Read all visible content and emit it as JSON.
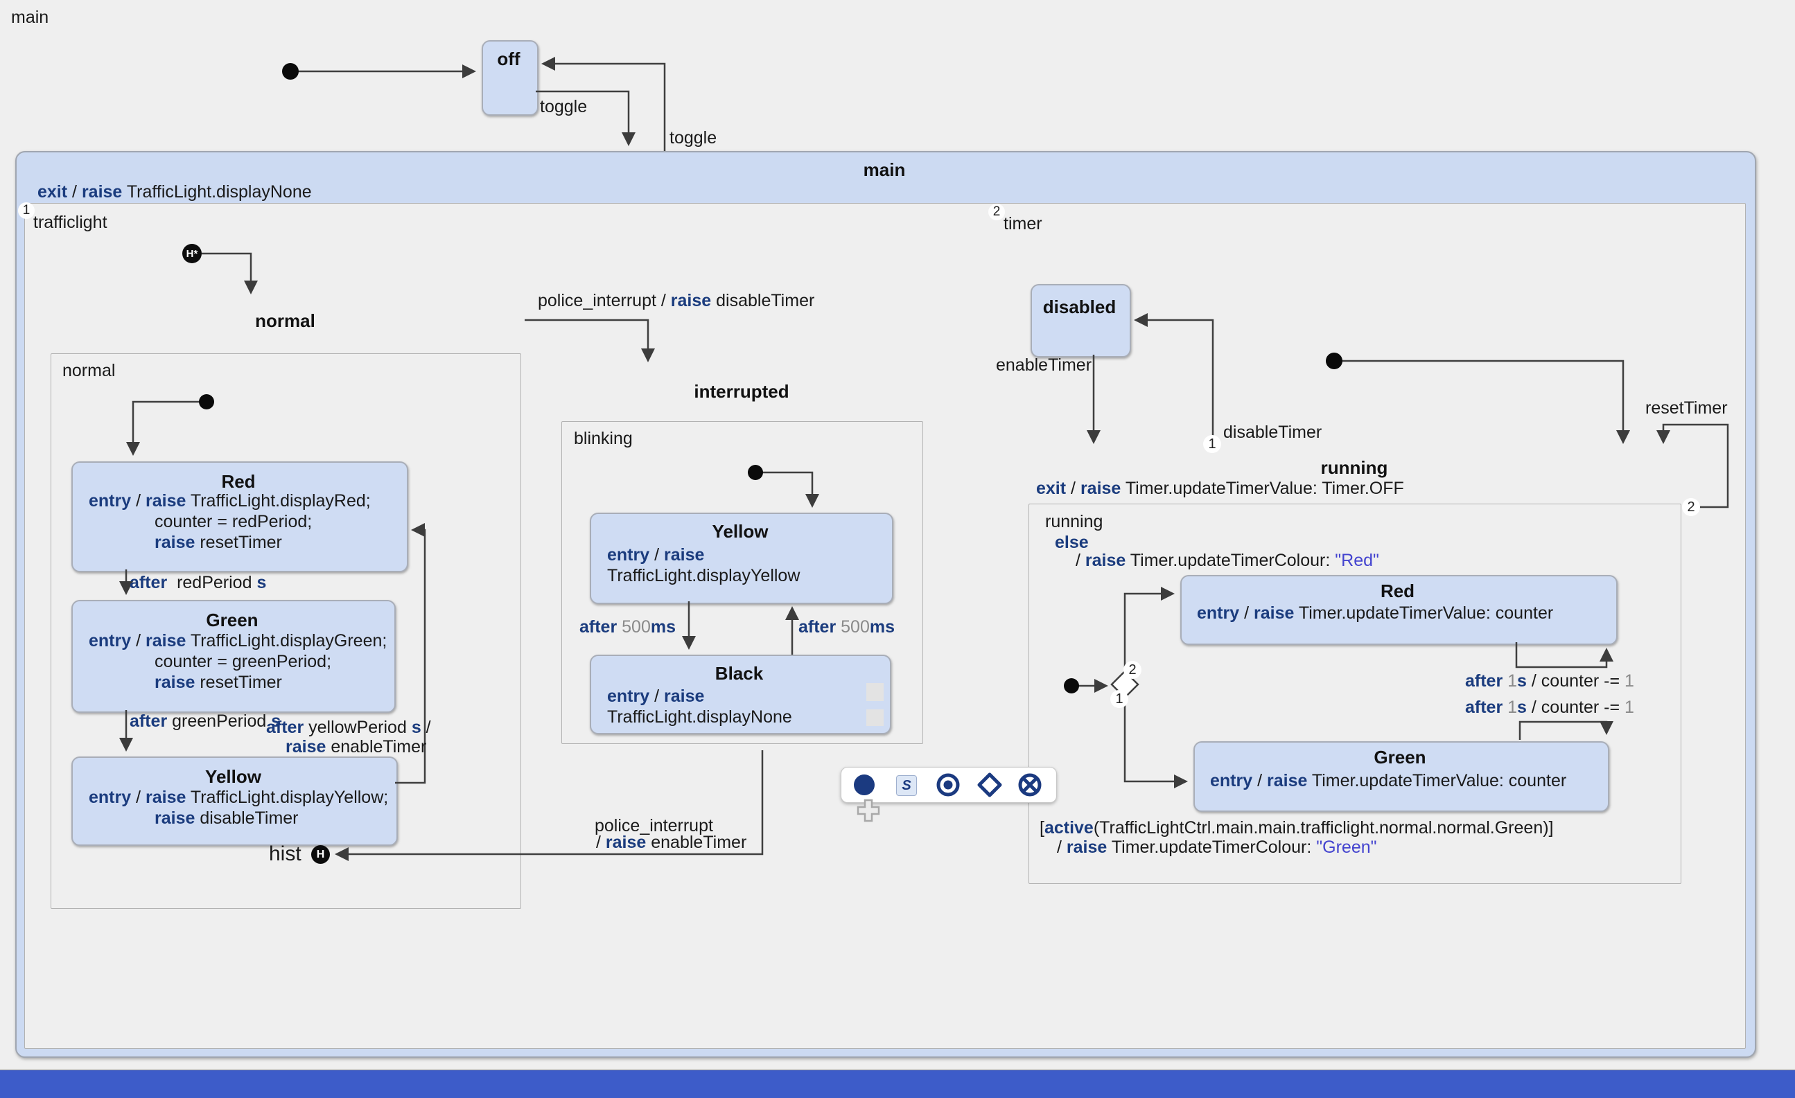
{
  "colors": {
    "background": "#efefef",
    "state_fill": "#cfdcf3",
    "keyword": "#1b3c7e",
    "string_literal": "#4343cf",
    "number_literal": "#8a8a8a",
    "transition_line": "#3f3f3f",
    "palette_icon": "#1b3a80",
    "bottom_bar": "#3d5cc9"
  },
  "outer_label": "main",
  "sep": {
    "slash_sp": " / ",
    "slash": "/ "
  },
  "off_state": {
    "title": "off"
  },
  "toggle1": "toggle",
  "toggle2": "toggle",
  "main_state": {
    "title": "main",
    "exit_kw": "exit",
    "raise_kw": "raise",
    "exit_action": " TrafficLight.displayNone"
  },
  "regions": {
    "trafficlight": {
      "num": "1",
      "name": "trafficlight"
    },
    "timer": {
      "num": "2",
      "name": "timer"
    }
  },
  "normal_state": {
    "title": "normal",
    "region_label": "normal"
  },
  "history": {
    "deep_symbol": "H*",
    "shallow_symbol": "H",
    "hist_label": "hist"
  },
  "states": {
    "red1": {
      "title": "Red",
      "entry_kw": "entry",
      "raise_kw": "raise",
      "line1": " TrafficLight.displayRed;",
      "line2": "counter = redPeriod;",
      "raise2_kw": "raise",
      "line3": " resetTimer"
    },
    "green1": {
      "title": "Green",
      "entry_kw": "entry",
      "raise_kw": "raise",
      "line1": " TrafficLight.displayGreen;",
      "line2": "counter = greenPeriod;",
      "raise2_kw": "raise",
      "line3": " resetTimer"
    },
    "yellow1": {
      "title": "Yellow",
      "entry_kw": "entry",
      "raise_kw": "raise",
      "line1": " TrafficLight.displayYellow;",
      "raise2_kw": "raise",
      "line2": " disableTimer"
    },
    "interrupted": {
      "title": "interrupted",
      "region_label": "blinking"
    },
    "yellow2": {
      "title": "Yellow",
      "entry_kw": "entry",
      "raise_kw": "raise",
      "line2": "TrafficLight.displayYellow"
    },
    "black2": {
      "title": "Black",
      "entry_kw": "entry",
      "raise_kw": "raise",
      "line2": "TrafficLight.displayNone"
    },
    "disabled": {
      "title": "disabled"
    },
    "running": {
      "title": "running",
      "exit_kw": "exit",
      "raise_kw": "raise",
      "exit_action": " Timer.updateTimerValue: Timer.OFF",
      "region_label": "running"
    },
    "red2": {
      "title": "Red",
      "entry_kw": "entry",
      "raise_kw": "raise",
      "line": " Timer.updateTimerValue: counter"
    },
    "green2": {
      "title": "Green",
      "entry_kw": "entry",
      "raise_kw": "raise",
      "line": " Timer.updateTimerValue: counter"
    }
  },
  "transitions": {
    "after_red": {
      "after_kw": "after",
      "param": "  redPeriod ",
      "unit": "s"
    },
    "after_green": {
      "after_kw": "after",
      "param": " greenPeriod ",
      "unit": "s"
    },
    "after_yellow": {
      "after_kw": "after",
      "param": " yellowPeriod ",
      "unit": "s",
      "slash": " /",
      "raise_kw": "raise",
      "action": " enableTimer"
    },
    "police1": {
      "event": "police_interrupt / ",
      "raise_kw": "raise",
      "action": " disableTimer"
    },
    "police2": {
      "event": "police_interrupt",
      "slash": "/ ",
      "raise_kw": "raise",
      "action": " enableTimer"
    },
    "after500_left": {
      "after_kw": "after",
      "value": " 500",
      "unit": "ms"
    },
    "after500_right": {
      "after_kw": "after",
      "value": " 500",
      "unit": "ms"
    },
    "enable_timer": "enableTimer",
    "disable_timer": "disableTimer",
    "reset_timer": "resetTimer",
    "else_branch": {
      "else_kw": "else",
      "slash": "/ ",
      "raise_kw": "raise",
      "action": " Timer.updateTimerColour: ",
      "value": "\"Red\""
    },
    "after1s_a": {
      "after_kw": "after",
      "num": " 1",
      "unit": "s",
      "rest": " / counter -= ",
      "num2": "1"
    },
    "after1s_b": {
      "after_kw": "after",
      "num": " 1",
      "unit": "s",
      "rest": " / counter -= ",
      "num2": "1"
    },
    "guard": {
      "bracket": "[",
      "active_kw": "active",
      "path": "(TrafficLightCtrl.main.main.trafficlight.normal.normal.Green)]",
      "slash": "/ ",
      "raise_kw": "raise",
      "action": " Timer.updateTimerColour: ",
      "value": "\"Green\""
    },
    "priorities": {
      "disable": "1",
      "reset": "2",
      "choice_up": "2",
      "choice_down": "1"
    }
  },
  "palette": {
    "s_label": "S",
    "icons": [
      "initial-state",
      "shallow-history",
      "final-state",
      "choice",
      "exit-point"
    ]
  }
}
